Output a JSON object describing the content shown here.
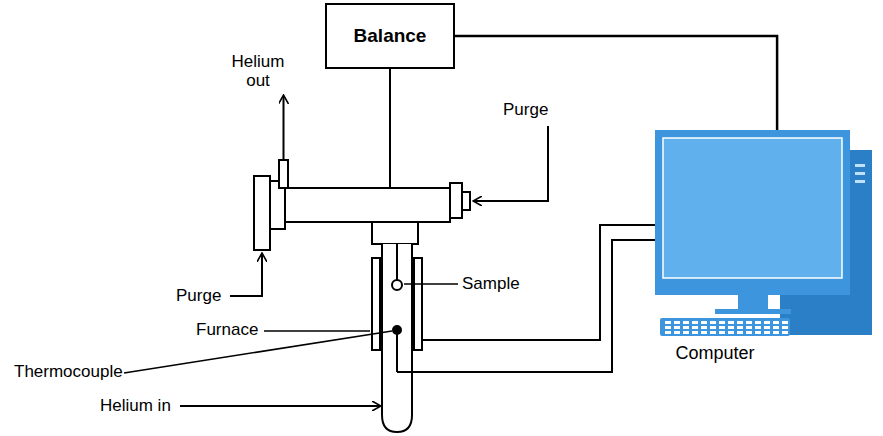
{
  "diagram": {
    "nodes": [
      {
        "text": [
          "Balance"
        ]
      },
      {
        "text": [
          "Computer"
        ]
      }
    ],
    "edges": [
      {
        "from": 0,
        "to": 1,
        "arrow": "none"
      }
    ],
    "labels": [
      "Helium out",
      "Purge",
      "Purge",
      "Sample",
      "Furnace",
      "Thermocouple",
      "Helium in"
    ]
  }
}
